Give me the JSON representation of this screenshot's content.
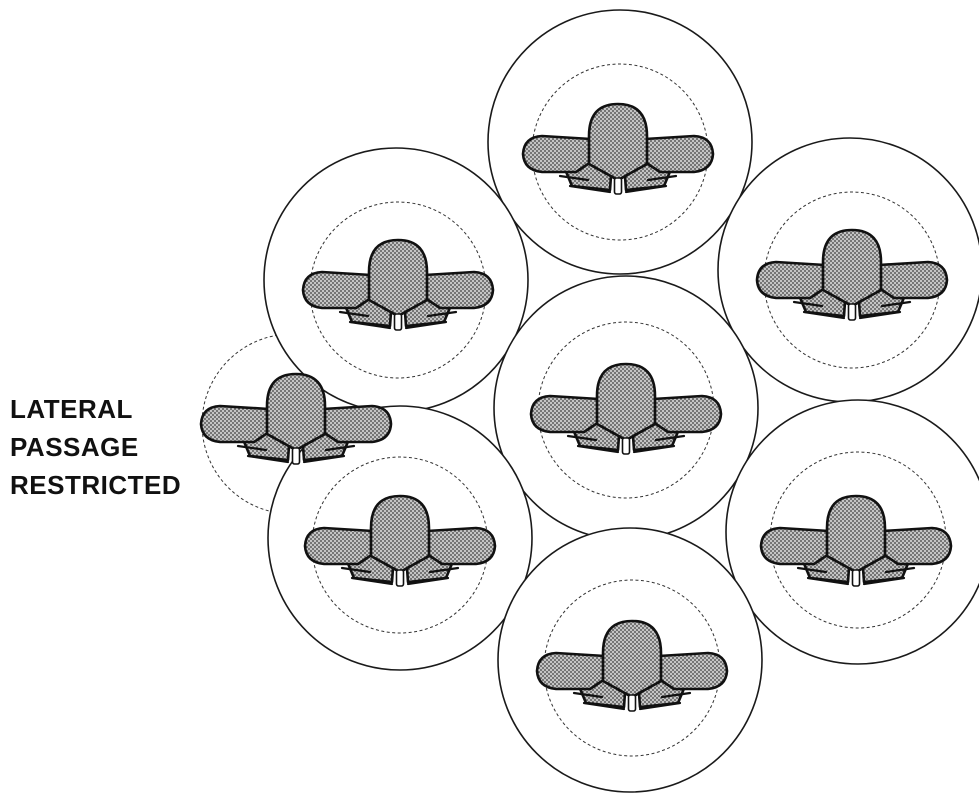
{
  "label": {
    "lines": [
      "LATERAL",
      "PASSAGE",
      "RESTRICTED"
    ]
  },
  "colors": {
    "outline": "#111111",
    "stipple_dot": "#4a4a4a",
    "stipple_background": "#bdbdbd",
    "background": "#ffffff"
  },
  "diagram": {
    "figure_count": 8,
    "outer_circle_count": 7,
    "figure_icon": "stippled-organism-icon"
  }
}
